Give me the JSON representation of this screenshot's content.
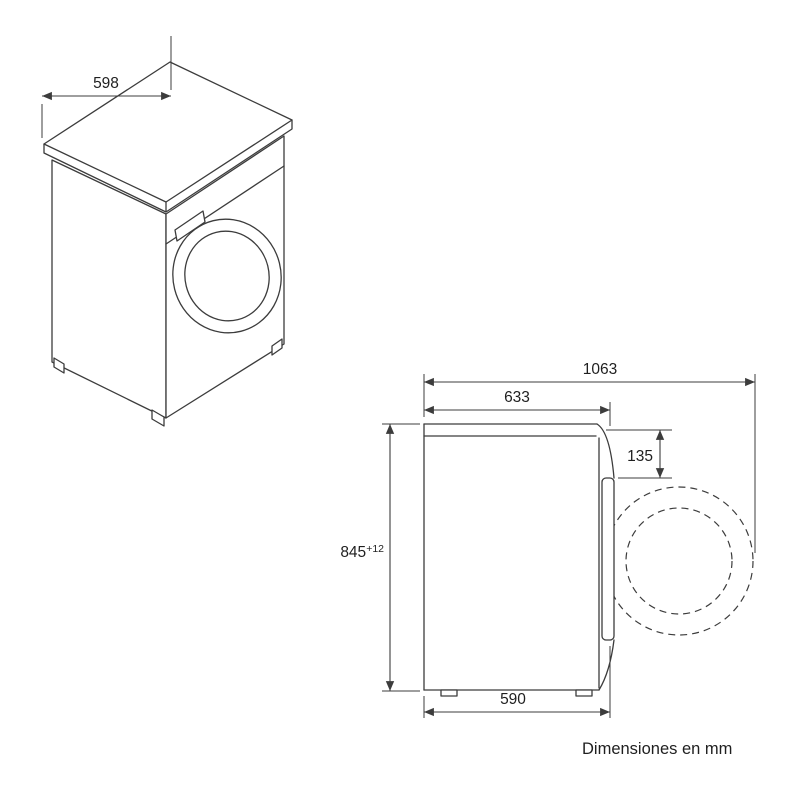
{
  "footer_note": "Dimensiones en mm",
  "dims": {
    "width": "598",
    "total_depth_door_open": "1063",
    "depth_with_door": "633",
    "door_protrusion_top": "135",
    "height": "845",
    "height_tolerance": "+12",
    "base_depth": "590"
  },
  "colors": {
    "line": "#3c3c3c",
    "text": "#1f1f1f",
    "background": "#ffffff"
  }
}
